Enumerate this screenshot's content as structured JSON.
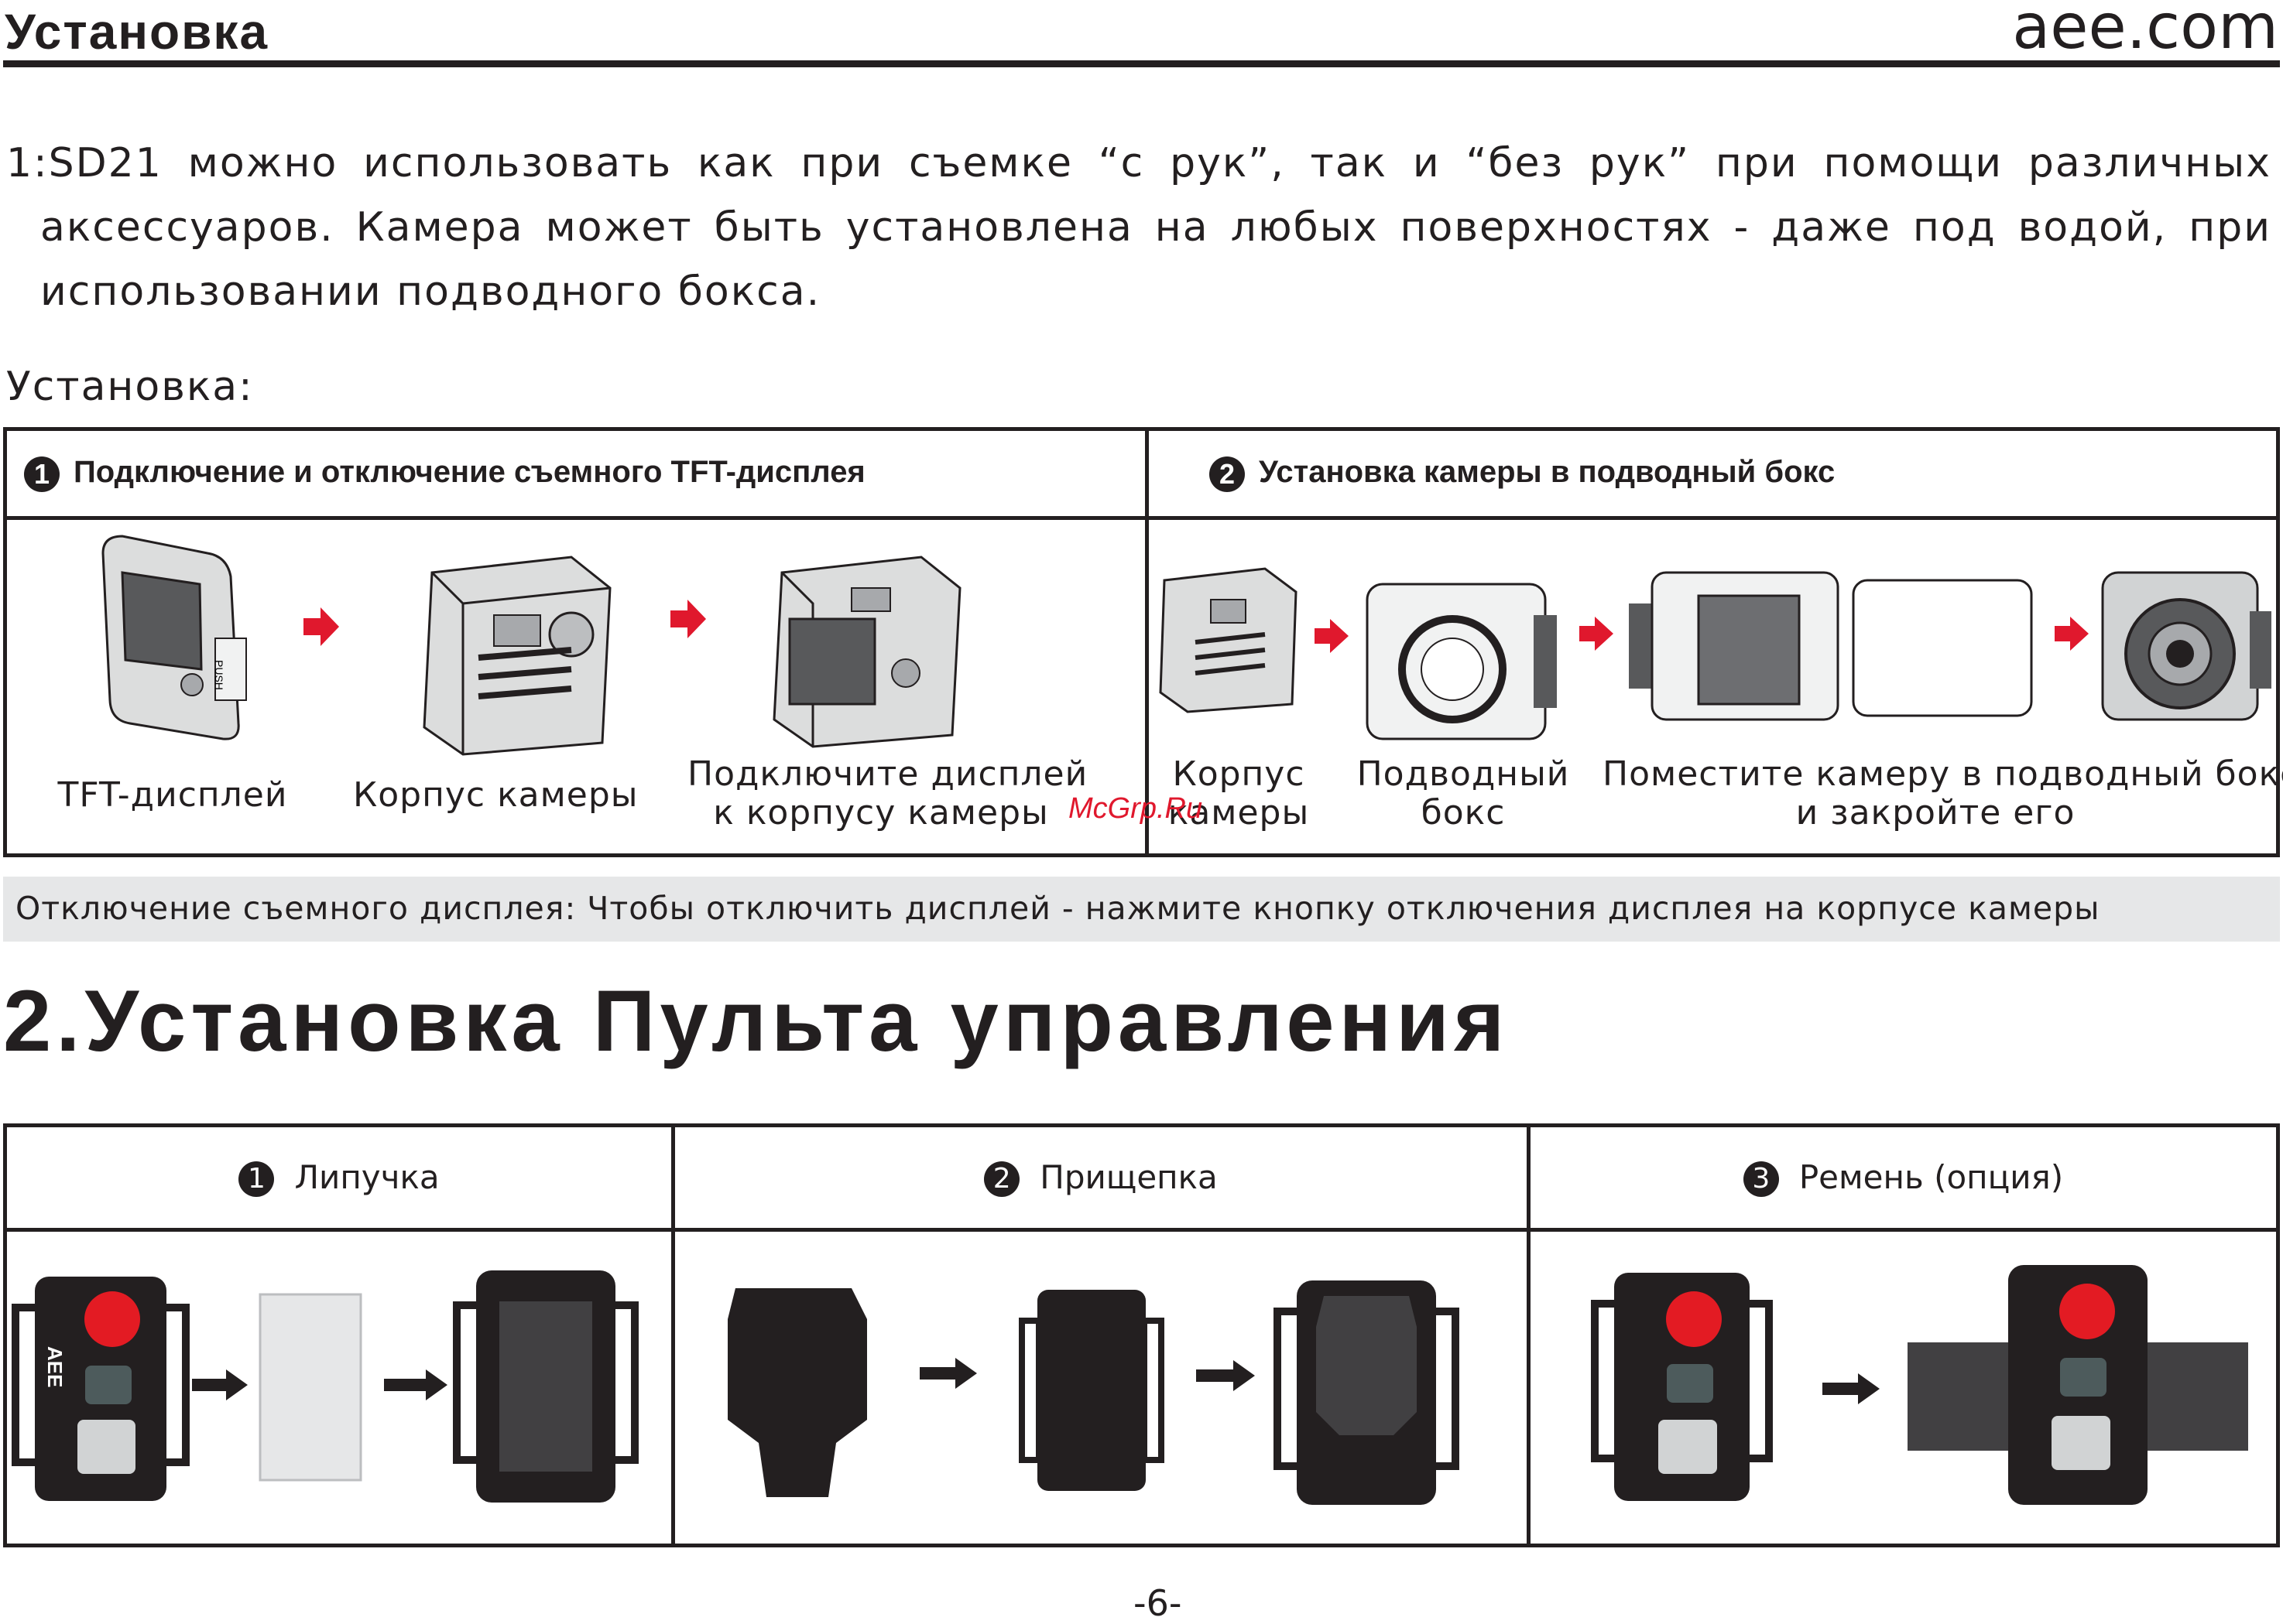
{
  "header": {
    "title": "Установка",
    "site": "aee.com"
  },
  "intro": {
    "line1": "1:SD21 можно использовать как при съемке “с рук”, так и “без рук” при помощи различных",
    "line2": "аксессуаров. Камера может быть установлена на любых поверхностях - даже под водой, при",
    "line3": "использовании подводного бокса."
  },
  "install_label": "Установка:",
  "box1": {
    "step1": {
      "num": "1",
      "title": "Подключение и отключение съемного TFT-дисплея"
    },
    "step2": {
      "num": "2",
      "title": "Установка камеры в подводный бокс"
    },
    "captions": {
      "tft": "TFT-дисплей",
      "body": "Корпус камеры",
      "connect1": "Подключите дисплей",
      "connect2": "к корпусу камеры",
      "body2a": "Корпус",
      "body2b": "камеры",
      "box_a": "Подводный",
      "box_b": "бокс",
      "place1": "Поместите камеру в подводный бокс",
      "place2": "и закройте его"
    },
    "device_labels": {
      "push": "PUSH"
    }
  },
  "note": "Отключение съемного дисплея: Чтобы отключить дисплей - нажмите кнопку отключения дисплея на корпусе камеры",
  "section2_title": "2.Установка Пульта управления",
  "remote": {
    "items": [
      {
        "num": "1",
        "label": "Липучка"
      },
      {
        "num": "2",
        "label": "Прищепка"
      },
      {
        "num": "3",
        "label": "Ремень (опция)"
      }
    ],
    "logo": "AEE"
  },
  "watermark": "McGrp.Ru",
  "page_number": "-6-",
  "colors": {
    "text": "#231f20",
    "arrow": "#e0182d",
    "note_bg": "#e6e7e8",
    "remote_button": "#e31b23"
  }
}
